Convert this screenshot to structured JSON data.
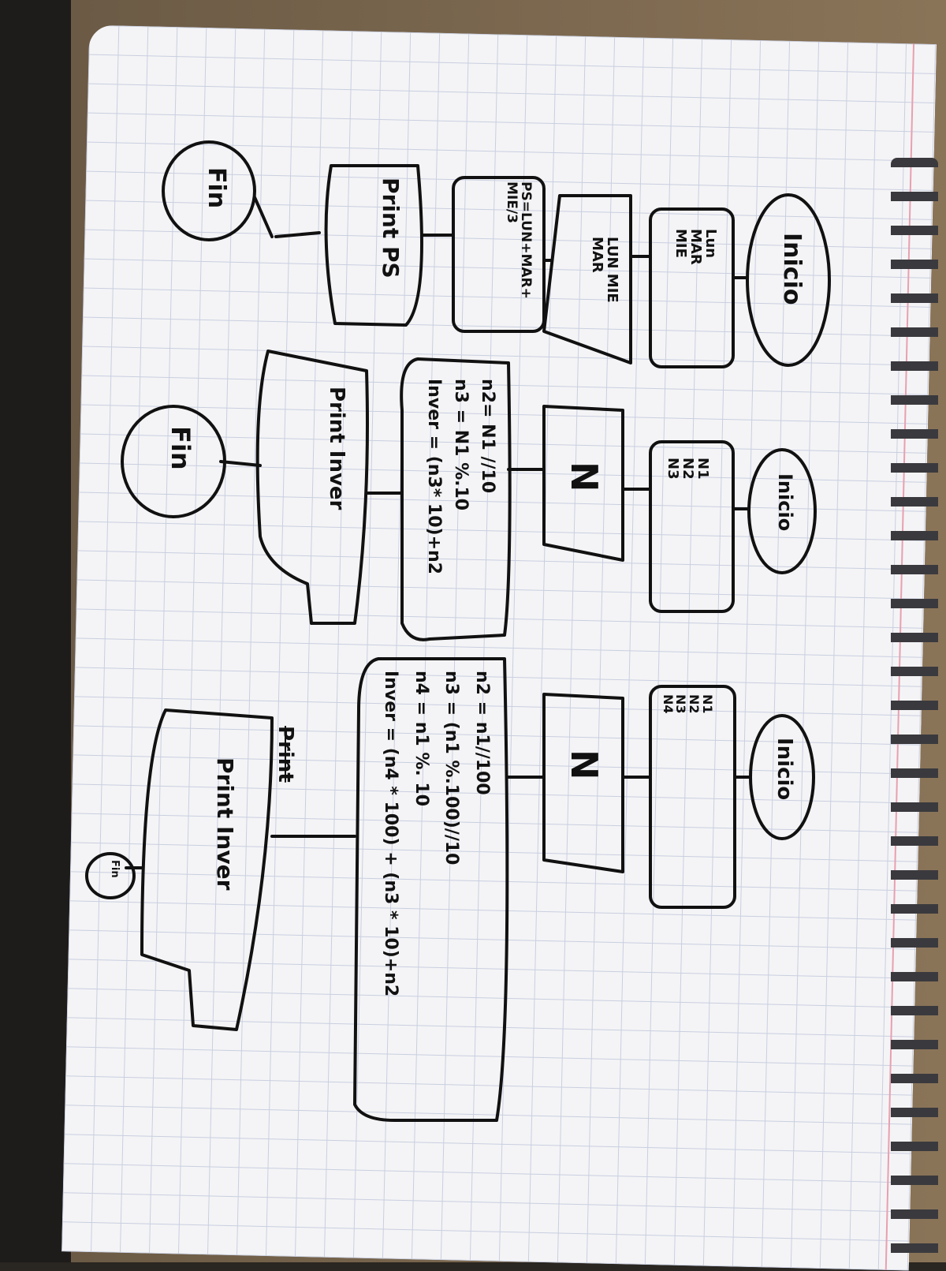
{
  "diagram_a": {
    "start": "Inicio",
    "input_box": "Lun\nMAR\nMIE",
    "input_para": "LUN MIE\nMAR",
    "process": "PS=LUN+MAR+\nMIE/3",
    "output": "Print PS",
    "end": "Fin"
  },
  "diagram_b": {
    "start": "Inicio",
    "input_box": "N1\nN2\nN3",
    "input_para": "N",
    "process": "n2= N1 //10\nn3 = N1 %.10\nInver = (n3* 10)+n2",
    "output": "Print Inver",
    "end": "Fin"
  },
  "diagram_c": {
    "start": "Inicio",
    "input_box": "N1\nN2\nN3\nN4",
    "input_para": "N",
    "process": "n2 = n1//100\nn3 = (n1 %.100)//10\nn4 = n1 %. 10\nInver = (n4 * 100) + (n3 * 10)+n2",
    "crossed": "Print",
    "output": "Print Inver",
    "end": "Fin"
  }
}
